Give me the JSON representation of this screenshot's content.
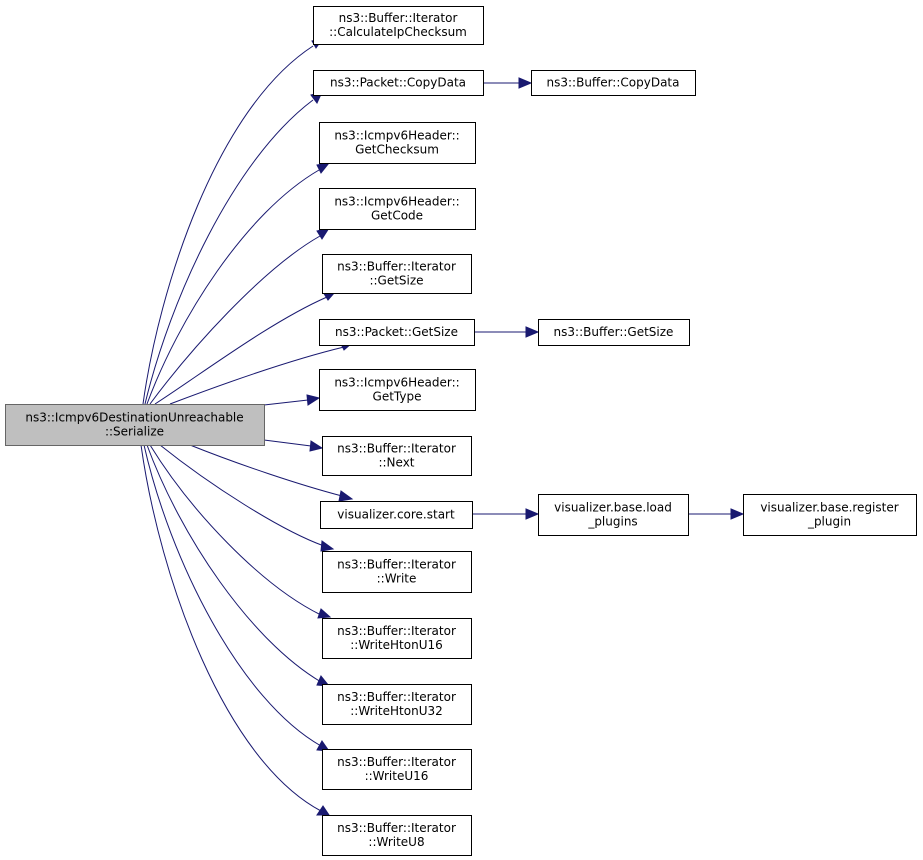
{
  "nodes": {
    "root": [
      "ns3::Icmpv6DestinationUnreachable",
      "::Serialize"
    ],
    "calc_ip_checksum": [
      "ns3::Buffer::Iterator",
      "::CalculateIpChecksum"
    ],
    "packet_copydata": [
      "ns3::Packet::CopyData"
    ],
    "buffer_copydata": [
      "ns3::Buffer::CopyData"
    ],
    "get_checksum": [
      "ns3::Icmpv6Header::",
      "GetChecksum"
    ],
    "get_code": [
      "ns3::Icmpv6Header::",
      "GetCode"
    ],
    "iter_getsize": [
      "ns3::Buffer::Iterator",
      "::GetSize"
    ],
    "packet_getsize": [
      "ns3::Packet::GetSize"
    ],
    "buffer_getsize": [
      "ns3::Buffer::GetSize"
    ],
    "get_type": [
      "ns3::Icmpv6Header::",
      "GetType"
    ],
    "iter_next": [
      "ns3::Buffer::Iterator",
      "::Next"
    ],
    "vis_core_start": [
      "visualizer.core.start"
    ],
    "vis_load_plugins": [
      "visualizer.base.load",
      "_plugins"
    ],
    "vis_register_plugin": [
      "visualizer.base.register",
      "_plugin"
    ],
    "iter_write": [
      "ns3::Buffer::Iterator",
      "::Write"
    ],
    "iter_writehtonu16": [
      "ns3::Buffer::Iterator",
      "::WriteHtonU16"
    ],
    "iter_writehtonu32": [
      "ns3::Buffer::Iterator",
      "::WriteHtonU32"
    ],
    "iter_writeu16": [
      "ns3::Buffer::Iterator",
      "::WriteU16"
    ],
    "iter_writeu8": [
      "ns3::Buffer::Iterator",
      "::WriteU8"
    ]
  },
  "edges": [
    [
      "root",
      "calc_ip_checksum"
    ],
    [
      "root",
      "packet_copydata"
    ],
    [
      "packet_copydata",
      "buffer_copydata"
    ],
    [
      "root",
      "get_checksum"
    ],
    [
      "root",
      "get_code"
    ],
    [
      "root",
      "iter_getsize"
    ],
    [
      "root",
      "packet_getsize"
    ],
    [
      "packet_getsize",
      "buffer_getsize"
    ],
    [
      "root",
      "get_type"
    ],
    [
      "root",
      "iter_next"
    ],
    [
      "root",
      "vis_core_start"
    ],
    [
      "vis_core_start",
      "vis_load_plugins"
    ],
    [
      "vis_load_plugins",
      "vis_register_plugin"
    ],
    [
      "root",
      "iter_write"
    ],
    [
      "root",
      "iter_writehtonu16"
    ],
    [
      "root",
      "iter_writehtonu32"
    ],
    [
      "root",
      "iter_writeu16"
    ],
    [
      "root",
      "iter_writeu8"
    ]
  ],
  "colors": {
    "edge": "#191970",
    "root_fill": "#bfbfbf",
    "node_fill": "#ffffff"
  }
}
